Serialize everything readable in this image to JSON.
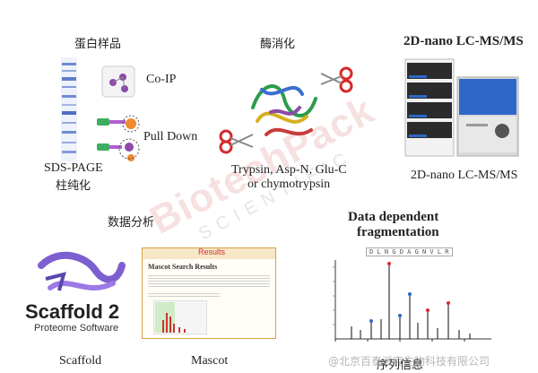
{
  "panels": {
    "protein_sample": {
      "title": "蛋白样品",
      "coip_label": "Co-IP",
      "pulldown_label": "Pull Down",
      "sds_label_line1": "SDS-PAGE",
      "sds_label_line2": "柱纯化"
    },
    "digestion": {
      "title": "酶消化",
      "enzymes_line1": "Trypsin, Asp-N, Glu-C",
      "enzymes_line2": "or chymotrypsin"
    },
    "instrument": {
      "title": "2D-nano LC-MS/MS",
      "caption": "2D-nano LC-MS/MS"
    },
    "data_analysis": {
      "title": "数据分析",
      "scaffold_logo_main": "Scaffold 2",
      "scaffold_logo_sub": "Proteome Software",
      "scaffold_caption": "Scaffold",
      "mascot_caption": "Mascot",
      "mascot_window_title": "Results",
      "mascot_header": "Mascot Search Results"
    },
    "fragmentation": {
      "title_line1": "Data dependent",
      "title_line2": "fragmentation",
      "caption": "序列信息",
      "peptide_sequence": "D L N G D A G N V L R"
    }
  },
  "watermark": {
    "main": "BiotechPack",
    "sub": "SCIENTIFIC",
    "attribution": "@北京百泰派克生物科技有限公司"
  },
  "colors": {
    "text": "#222222",
    "watermark_red": "#c83c3c",
    "scissor_red": "#d42a2a",
    "gel_blue": "#3c5fc0",
    "instrument_blue": "#2e67c7"
  }
}
